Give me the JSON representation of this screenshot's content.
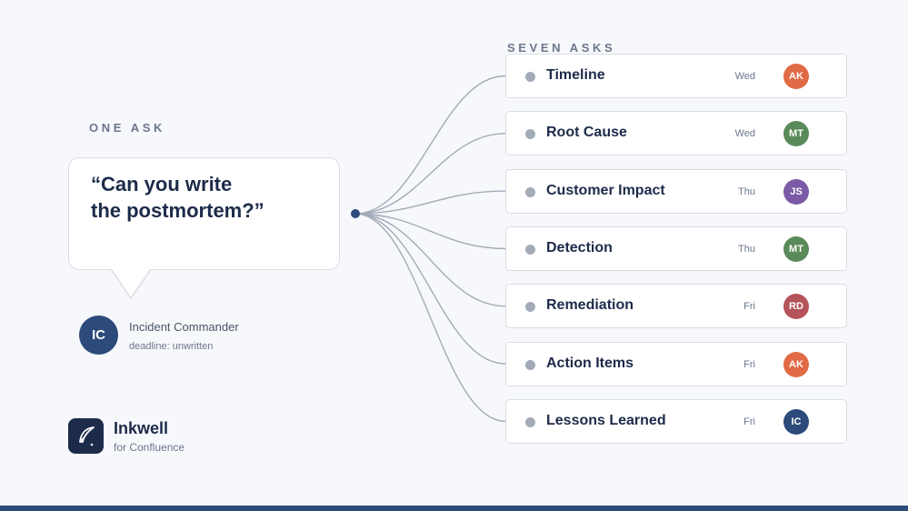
{
  "left": {
    "label": "ONE ASK",
    "quote": "“Can you write\nthe postmortem?”",
    "requester": {
      "initials": "IC",
      "name": "Incident Commander",
      "deadline": "deadline: unwritten",
      "color": "#2c4a7a"
    }
  },
  "brand": {
    "name": "Inkwell",
    "subtitle": "for Confluence",
    "icon": "quill-icon"
  },
  "right": {
    "label": "SEVEN ASKS",
    "tasks": [
      {
        "title": "Timeline",
        "day": "Wed",
        "initials": "AK",
        "color": "#e06a45"
      },
      {
        "title": "Root Cause",
        "day": "Wed",
        "initials": "MT",
        "color": "#5a8a5a"
      },
      {
        "title": "Customer Impact",
        "day": "Thu",
        "initials": "JS",
        "color": "#7b5aa6"
      },
      {
        "title": "Detection",
        "day": "Thu",
        "initials": "MT",
        "color": "#5a8a5a"
      },
      {
        "title": "Remediation",
        "day": "Fri",
        "initials": "RD",
        "color": "#b5535a"
      },
      {
        "title": "Action Items",
        "day": "Fri",
        "initials": "AK",
        "color": "#e06a45"
      },
      {
        "title": "Lessons Learned",
        "day": "Fri",
        "initials": "IC",
        "color": "#2c4a7a"
      }
    ]
  },
  "colors": {
    "navy": "#1d2b4a",
    "accent": "#2c4a7a",
    "connector": "#a3abb8",
    "card_border": "#d9dde4"
  }
}
